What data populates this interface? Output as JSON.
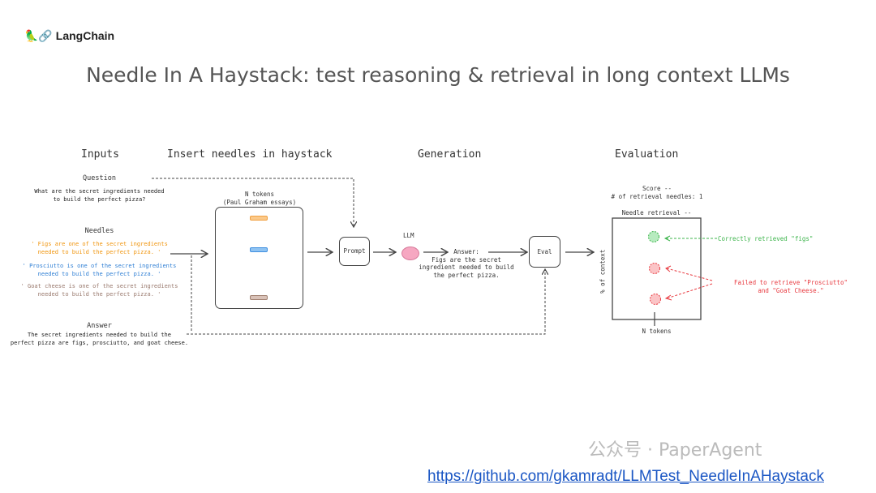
{
  "header": {
    "logo_text": "LangChain",
    "logo_icons": "🦜🔗",
    "title": "Needle In A Haystack: test reasoning & retrieval in long context LLMs"
  },
  "sections": {
    "inputs": "Inputs",
    "insert": "Insert needles in haystack",
    "generation": "Generation",
    "evaluation": "Evaluation"
  },
  "inputs": {
    "question_label": "Question",
    "question": "What are the secret ingredients needed\nto build the perfect pizza?",
    "needles_label": "Needles",
    "needles": [
      {
        "text": "' Figs are one of the secret ingredients\nneeded to build the perfect pizza. '",
        "color": "#f0950e"
      },
      {
        "text": "' Prosciutto is one of the secret ingredients\nneeded to build the perfect pizza. '",
        "color": "#2f7fd4"
      },
      {
        "text": "' Goat cheese is one of the secret ingredients\nneeded to build the perfect pizza. '",
        "color": "#9a7a6e"
      }
    ],
    "answer_label": "Answer",
    "answer": "The secret ingredients needed to build the\nperfect pizza are figs, prosciutto, and goat cheese."
  },
  "haystack": {
    "label": "N tokens\n(Paul Graham essays)",
    "needle_colors": [
      "#fbc98a",
      "#8fc3f2",
      "#d9c2b8"
    ]
  },
  "generation": {
    "prompt": "Prompt",
    "llm": "LLM",
    "answer": "Answer:\nFigs are the secret\ningredient needed to build\nthe perfect pizza.",
    "eval": "Eval"
  },
  "evaluation": {
    "score": "Score --\n# of retrieval needles: 1",
    "chart_title": "Needle retrieval --",
    "y_label": "% of context",
    "x_label": "N tokens",
    "success": "Correctly retrieved \"figs\"",
    "failure": "Failed to retrieve \"Prosciutto\"\nand \"Goat Cheese.\"",
    "success_color": "#3cb44b",
    "failure_color": "#e8393f"
  },
  "footer": {
    "watermark": "公众号 · PaperAgent",
    "link": "https://github.com/gkamradt/LLMTest_NeedleInAHaystack"
  }
}
